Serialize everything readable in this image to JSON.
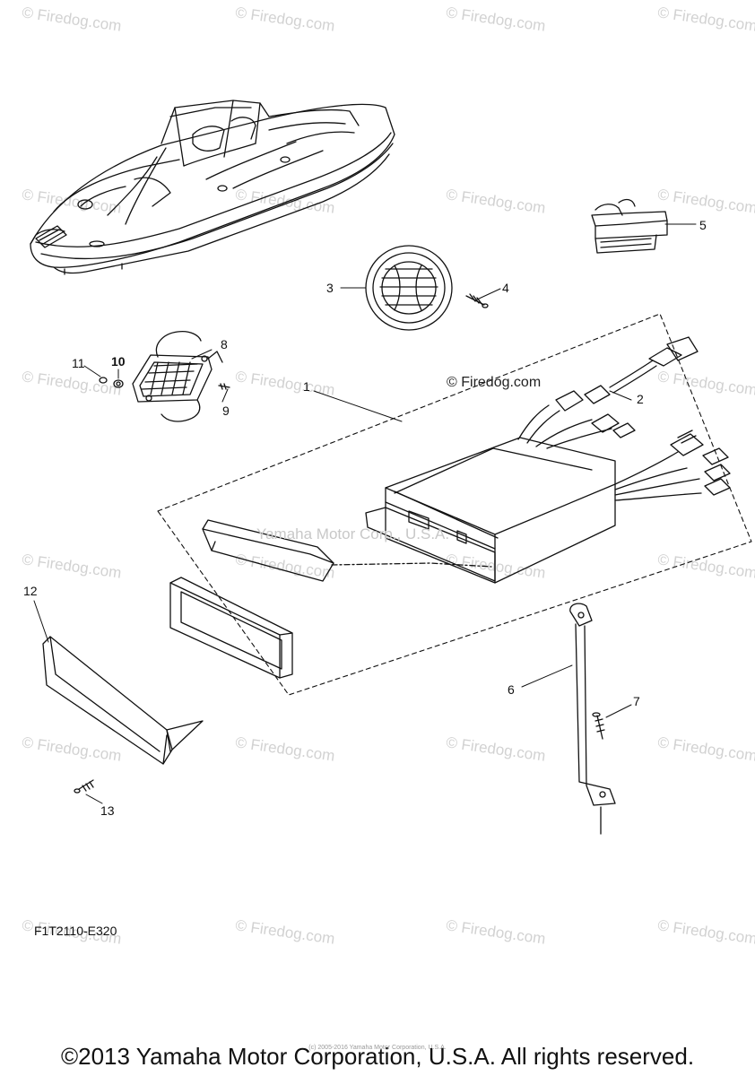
{
  "watermark": "© Firedog.com",
  "center_watermark": "Yamaha Motor Corp., U.S.A.",
  "firedog_mark": "© Firedog.com",
  "diagram_code": "F1T2110-E320",
  "copyright": "©2013 Yamaha Motor Corporation, U.S.A. All rights reserved.",
  "fine_print": "(c) 2005-2016 Yamaha Motor Corporation, U.S.A.",
  "callouts": [
    {
      "id": "1",
      "label": "1"
    },
    {
      "id": "2",
      "label": "2"
    },
    {
      "id": "3",
      "label": "3"
    },
    {
      "id": "4",
      "label": "4"
    },
    {
      "id": "5",
      "label": "5"
    },
    {
      "id": "6",
      "label": "6"
    },
    {
      "id": "7",
      "label": "7"
    },
    {
      "id": "8",
      "label": "8"
    },
    {
      "id": "9",
      "label": "9"
    },
    {
      "id": "10",
      "label": "10"
    },
    {
      "id": "11",
      "label": "11"
    },
    {
      "id": "12",
      "label": "12"
    },
    {
      "id": "13",
      "label": "13"
    }
  ]
}
